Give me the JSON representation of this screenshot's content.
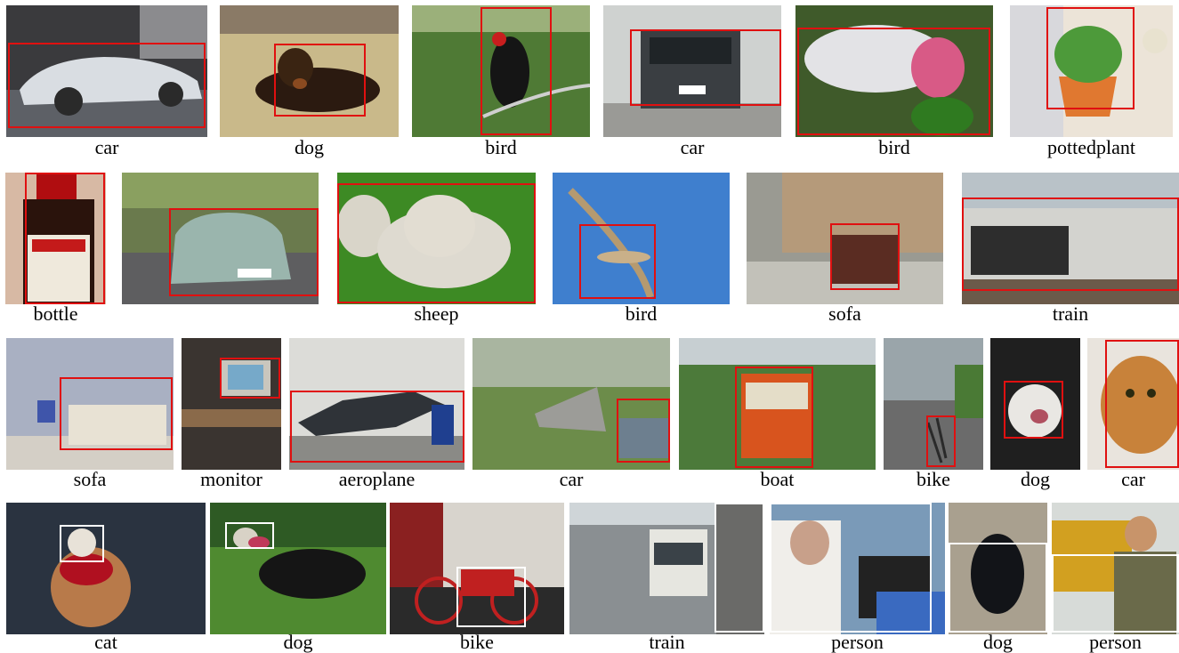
{
  "rows": [
    {
      "captions": [
        "car",
        "dog",
        "bird",
        "car",
        "bird",
        "pottedplant"
      ]
    },
    {
      "captions": [
        "bottle",
        "",
        "sheep",
        "bird",
        "sofa",
        "train"
      ]
    },
    {
      "captions": [
        "sofa",
        "monitor",
        "aeroplane",
        "car",
        "boat",
        "bike",
        "dog",
        "car"
      ]
    },
    {
      "captions": [
        "cat",
        "dog",
        "bike",
        "train",
        "person",
        "dog",
        "person"
      ]
    }
  ],
  "colors": {
    "box_red": "#e01010",
    "box_white": "#ffffff",
    "background": "#ffffff"
  }
}
